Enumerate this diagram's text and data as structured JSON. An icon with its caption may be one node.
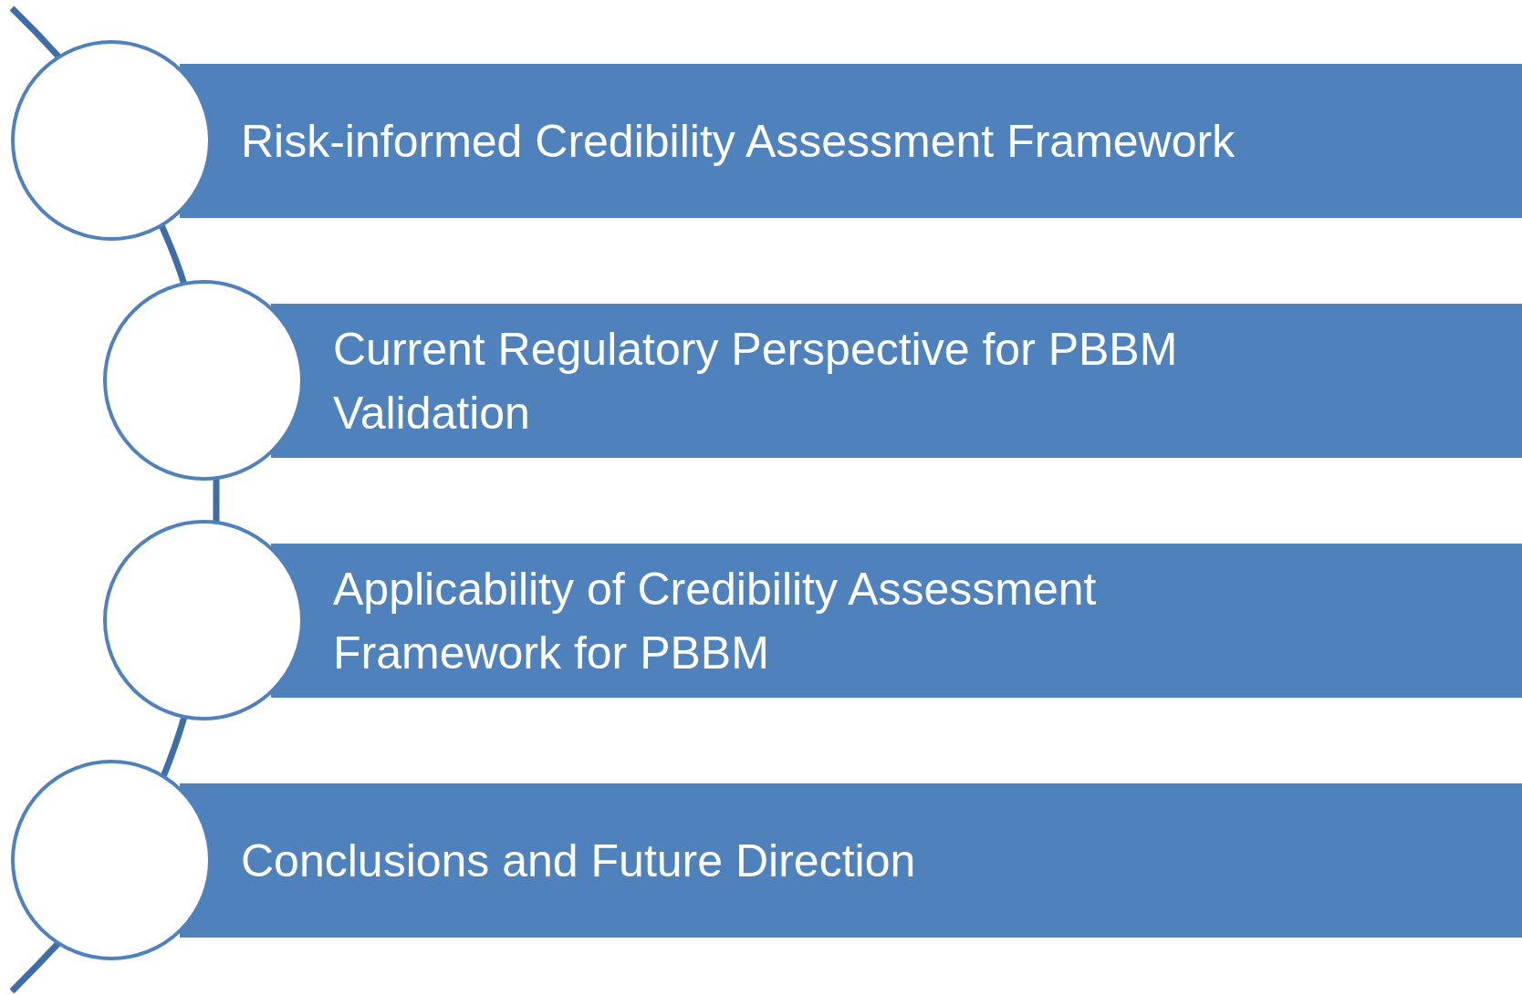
{
  "diagram": {
    "nodes": [
      {
        "text": [],
        "shape": "circle"
      },
      {
        "text": [
          "Risk-informed Credibility Assessment Framework"
        ]
      },
      {
        "text": [],
        "shape": "circle"
      },
      {
        "text": [
          "Current Regulatory Perspective for PBBM Validation"
        ]
      },
      {
        "text": [],
        "shape": "circle"
      },
      {
        "text": [
          "Applicability of Credibility Assessment Framework for PBBM"
        ]
      },
      {
        "text": [],
        "shape": "circle"
      },
      {
        "text": [
          "Conclusions and Future Direction"
        ]
      }
    ],
    "edges": [
      {
        "from": 0,
        "to": 2,
        "arrow": "none"
      },
      {
        "from": 2,
        "to": 4,
        "arrow": "none"
      },
      {
        "from": 4,
        "to": 6,
        "arrow": "none"
      }
    ]
  }
}
